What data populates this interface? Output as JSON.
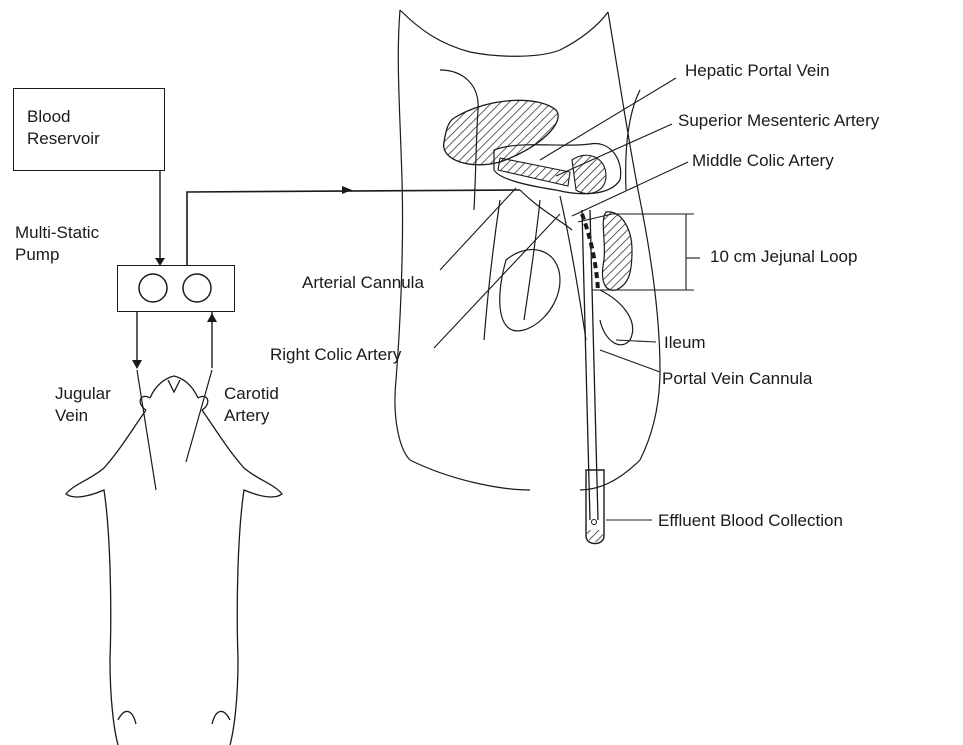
{
  "labels": {
    "blood_reservoir": "Blood\nReservoir",
    "pump": "Multi-Static\nPump",
    "jugular_vein": "Jugular\nVein",
    "carotid_artery": "Carotid\nArtery",
    "hepatic_portal_vein": "Hepatic Portal Vein",
    "superior_mesenteric_artery": "Superior Mesenteric Artery",
    "middle_colic_artery": "Middle Colic Artery",
    "jejunal_loop": "10 cm Jejunal Loop",
    "arterial_cannula": "Arterial Cannula",
    "right_colic_artery": "Right Colic Artery",
    "ileum": "Ileum",
    "portal_vein_cannula": "Portal Vein Cannula",
    "effluent_blood_collection": "Effluent Blood Collection"
  },
  "colors": {
    "ink": "#1a1a1a",
    "background": "#ffffff"
  }
}
